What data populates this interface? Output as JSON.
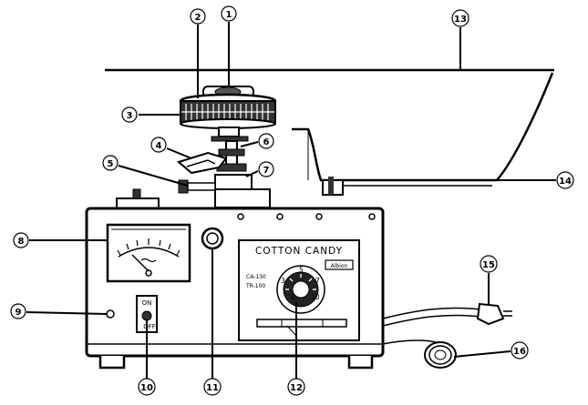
{
  "panel": {
    "title": "COTTON CANDY",
    "model_a": "CA-130",
    "model_b": "TR-100",
    "badge": "Albion",
    "dial_scale": [
      "0",
      "3",
      "5",
      "7",
      "10"
    ],
    "switch_on": "ON",
    "switch_off": "OFF"
  },
  "callouts": [
    {
      "id": "1",
      "glyph": "①"
    },
    {
      "id": "2",
      "glyph": "②"
    },
    {
      "id": "3",
      "glyph": "③"
    },
    {
      "id": "4",
      "glyph": "④"
    },
    {
      "id": "5",
      "glyph": "⑤"
    },
    {
      "id": "6",
      "glyph": "⑥"
    },
    {
      "id": "7",
      "glyph": "⑦"
    },
    {
      "id": "8",
      "glyph": "⑧"
    },
    {
      "id": "9",
      "glyph": "⑨"
    },
    {
      "id": "10",
      "glyph": "⑩"
    },
    {
      "id": "11",
      "glyph": "⑪"
    },
    {
      "id": "12",
      "glyph": "⑫"
    },
    {
      "id": "13",
      "glyph": "⑬"
    },
    {
      "id": "14",
      "glyph": "⑭"
    },
    {
      "id": "15",
      "glyph": "⑮"
    },
    {
      "id": "16",
      "glyph": "⑯"
    }
  ]
}
